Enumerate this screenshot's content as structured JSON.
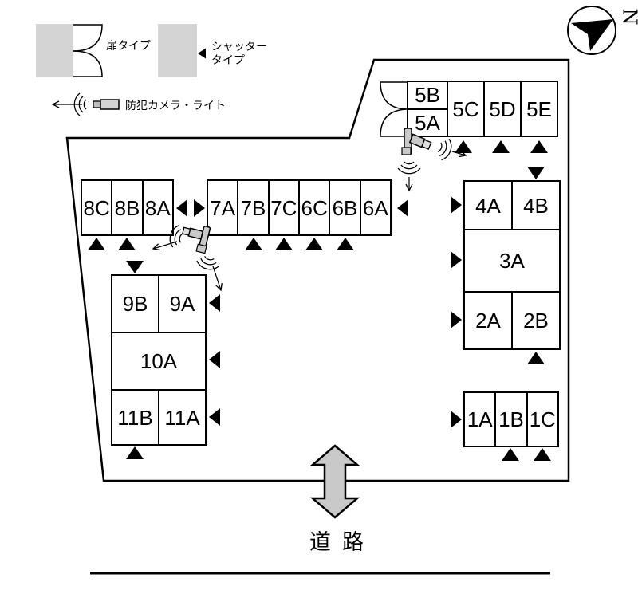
{
  "legend": {
    "door_type_label": "扉タイプ",
    "shutter_type_label_line1": "シャッター",
    "shutter_type_label_line2": "タイプ",
    "camera_label": "防犯カメラ・ライト"
  },
  "compass": {
    "north_label": "N"
  },
  "road": {
    "label": "道路"
  },
  "units": {
    "5B": "5B",
    "5A": "5A",
    "5C": "5C",
    "5D": "5D",
    "5E": "5E",
    "8C": "8C",
    "8B": "8B",
    "8A": "8A",
    "7A": "7A",
    "7B": "7B",
    "7C": "7C",
    "6C": "6C",
    "6B": "6B",
    "6A": "6A",
    "4A": "4A",
    "4B": "4B",
    "3A": "3A",
    "2A": "2A",
    "2B": "2B",
    "9B": "9B",
    "9A": "9A",
    "10A": "10A",
    "11B": "11B",
    "11A": "11A",
    "1A": "1A",
    "1B": "1B",
    "1C": "1C"
  },
  "colors": {
    "gray_fill": "#d4d4d4",
    "line": "#000000"
  }
}
